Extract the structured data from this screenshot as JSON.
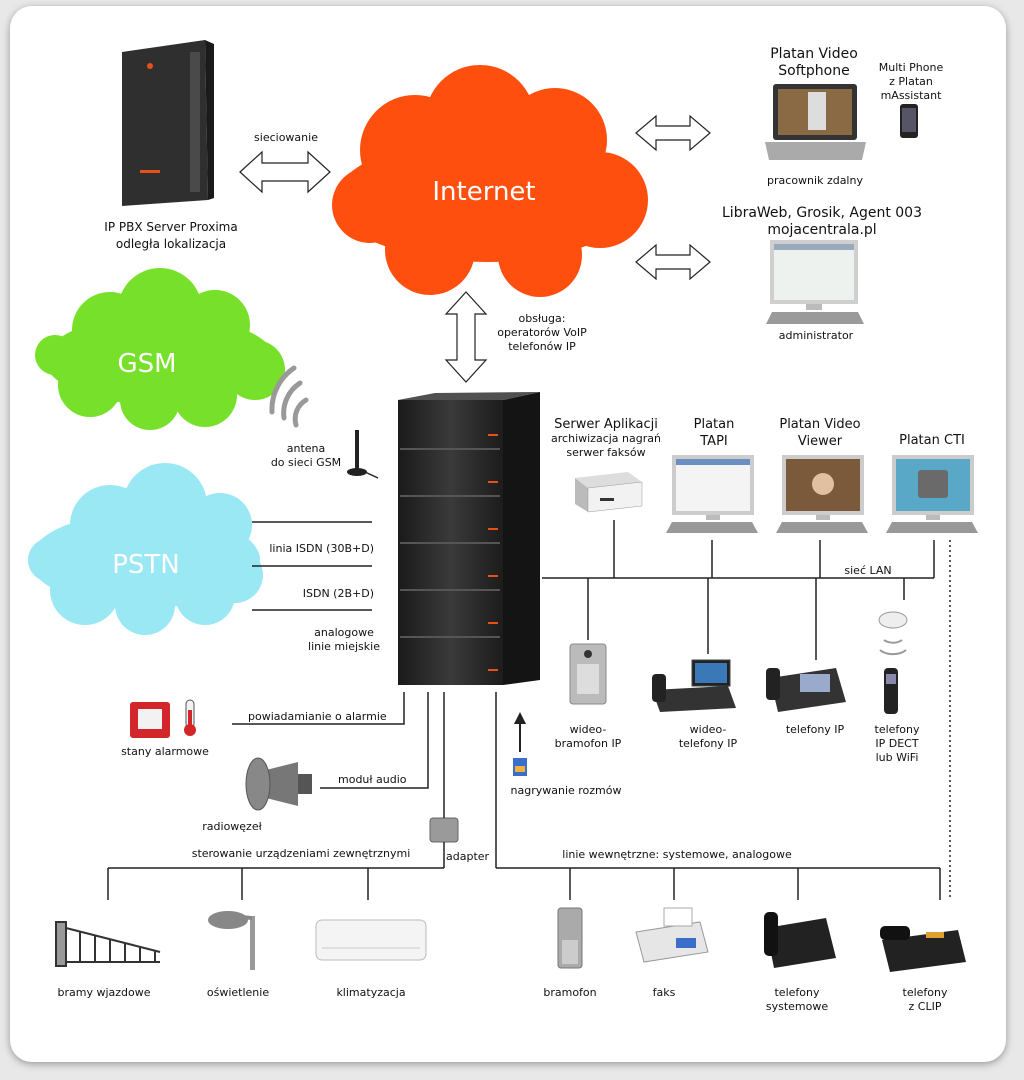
{
  "clouds": {
    "internet": "Internet",
    "gsm": "GSM",
    "pstn": "PSTN"
  },
  "labels": {
    "remote_server": "IP PBX Server Proxima\nodległa lokalizacja",
    "networking": "sieciowanie",
    "video_softphone": "Platan Video\nSoftphone",
    "multiphone": "Multi Phone\nz Platan\nmAssistant",
    "remote_worker": "pracownik zdalny",
    "libraweb": "LibraWeb, Grosik, Agent 003\nmojacentrala.pl",
    "administrator": "administrator",
    "voip_support": "obsługa:\noperatorów VoIP\ntelefonów IP",
    "gsm_antenna": "antena\ndo sieci GSM",
    "isdn_30": "linia ISDN (30B+D)",
    "isdn_2": "ISDN (2B+D)",
    "analog_lines": "analogowe\nlinie miejskie",
    "app_server_title": "Serwer Aplikacji",
    "app_server_sub": "archiwizacja nagrań\nserwer faksów",
    "platan_tapi": "Platan\nTAPI",
    "platan_video_viewer": "Platan Video\nViewer",
    "platan_cti": "Platan CTI",
    "lan": "sieć LAN",
    "video_doorphone": "wideo-\nbramofon IP",
    "video_phones": "wideo-\ntelefony IP",
    "ip_phones": "telefony IP",
    "dect_phones": "telefony\nIP DECT\nlub WiFi",
    "alarm_notify": "powiadamianie o alarmie",
    "alarm_states": "stany alarmowe",
    "audio_module": "moduł audio",
    "pa_system": "radiowęzeł",
    "recording": "nagrywanie rozmów",
    "ext_control": "sterowanie urządzeniami zewnętrznymi",
    "adapter": "adapter",
    "internal_lines": "linie wewnętrzne: systemowe, analogowe",
    "gates": "bramy wjazdowe",
    "lighting": "oświetlenie",
    "air_conditioning": "klimatyzacja",
    "doorphone": "bramofon",
    "fax": "faks",
    "system_phones": "telefony\nsystemowe",
    "clip_phones": "telefony\nz CLIP"
  },
  "colors": {
    "internet_cloud": "#ff4f0f",
    "gsm_cloud": "#77e02a",
    "pstn_cloud": "#9ae8f4",
    "rack": "#2c2c2c",
    "led": "#e8501a"
  }
}
